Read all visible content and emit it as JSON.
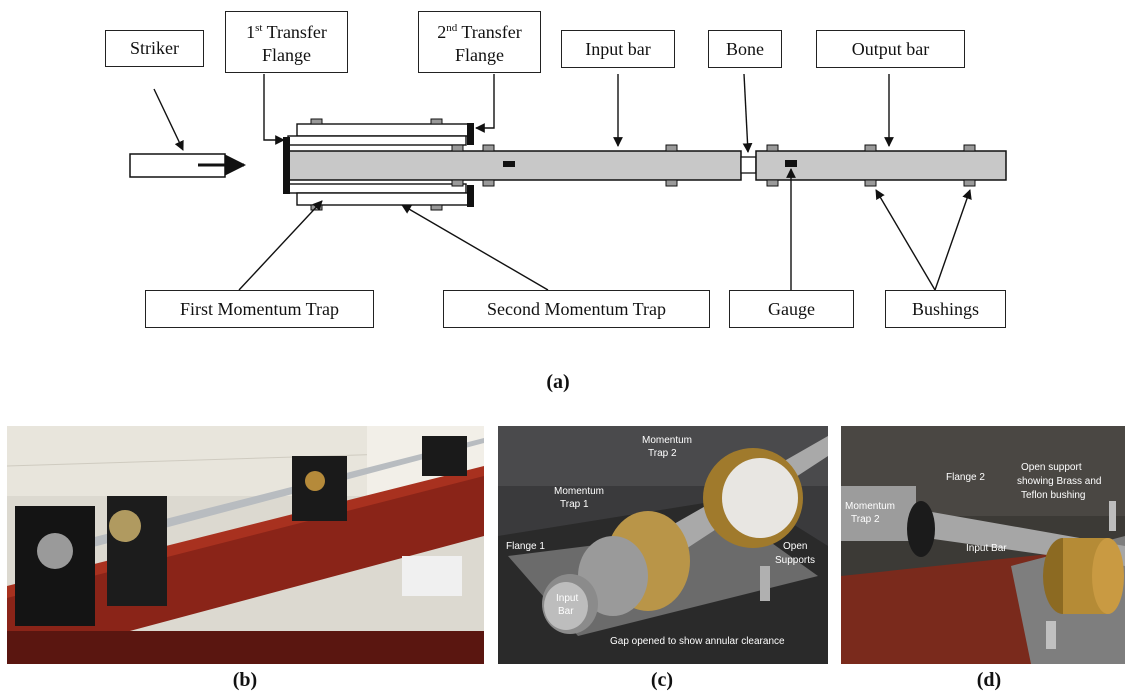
{
  "diagram": {
    "labels": {
      "striker": "Striker",
      "flange1_prefix": "1",
      "flange1_sup": "st",
      "flange1_rest": " Transfer",
      "flange1_line2": "Flange",
      "flange2_prefix": "2",
      "flange2_sup": "nd",
      "flange2_rest": " Transfer",
      "flange2_line2": "Flange",
      "input_bar": "Input bar",
      "bone": "Bone",
      "output_bar": "Output bar",
      "first_trap": "First Momentum Trap",
      "second_trap": "Second Momentum Trap",
      "gauge": "Gauge",
      "bushings": "Bushings"
    },
    "caption": "(a)"
  },
  "photos": {
    "b": {
      "caption": "(b)"
    },
    "c": {
      "caption": "(c)",
      "momentum_trap_2": [
        "Momentum",
        "Trap 2"
      ],
      "momentum_trap_1": [
        "Momentum",
        "Trap 1"
      ],
      "flange_1": "Flange 1",
      "input_bar": [
        "Input",
        "Bar"
      ],
      "open_supports": [
        "Open",
        "Supports"
      ],
      "gap_note": "Gap opened to show annular clearance"
    },
    "d": {
      "caption": "(d)",
      "flange_2": "Flange 2",
      "momentum_trap_2": [
        "Momentum",
        "Trap 2"
      ],
      "input_bar": "Input Bar",
      "open_support": [
        "Open support",
        "showing Brass and",
        "Teflon bushing"
      ]
    }
  }
}
